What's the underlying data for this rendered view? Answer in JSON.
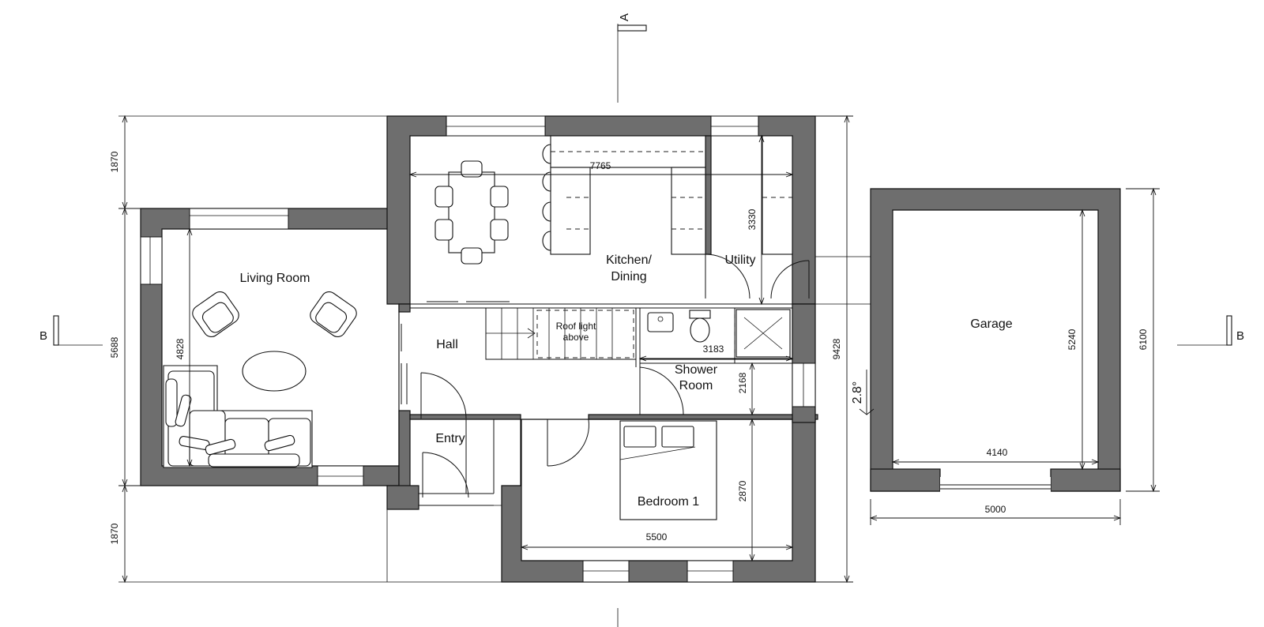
{
  "rooms": {
    "living": "Living Room",
    "kitchen_line1": "Kitchen/",
    "kitchen_line2": "Dining",
    "utility": "Utility",
    "hall": "Hall",
    "roof_light_line1": "Roof light",
    "roof_light_line2": "above",
    "shower_line1": "Shower",
    "shower_line2": "Room",
    "entry": "Entry",
    "bedroom": "Bedroom 1",
    "garage": "Garage"
  },
  "dimensions": {
    "top_left": "1870",
    "mid_left": "5688",
    "bottom_left": "1870",
    "living_height": "4828",
    "kitchen_width": "7765",
    "utility_height": "3330",
    "shower_width": "3183",
    "shower_height": "2168",
    "bedroom_height": "2870",
    "bedroom_width": "5500",
    "overall_depth": "9428",
    "garage_inner_height": "5240",
    "garage_inner_width": "4140",
    "garage_outer_width": "5000",
    "garage_outer_height": "6100"
  },
  "slope": "2.8°",
  "section_marks": {
    "a": "A",
    "b_left": "B",
    "b_right": "B"
  }
}
